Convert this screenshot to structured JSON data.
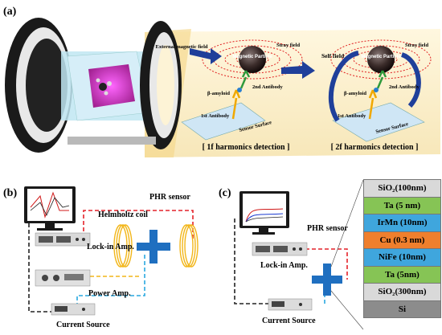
{
  "panels": {
    "a": "(a)",
    "b": "(b)",
    "c": "(c)"
  },
  "panel_a": {
    "left_inset": {
      "external_field": "External magnetic field",
      "stray_field": "Stray field",
      "particle": "Magnetic Particle",
      "amyloid": "β-amyloid",
      "antibody1": "1st Antibody",
      "antibody2": "2nd Antibody",
      "sensor": "Sensor Surface",
      "caption": "[ 1f harmonics detection ]"
    },
    "right_inset": {
      "self_field": "Self field",
      "stray_field": "Stray field",
      "particle": "Magnetic Particle",
      "amyloid": "β-amyloid",
      "antibody1": "1st Antibody",
      "antibody2": "2nd Antibody",
      "sensor": "Sensor Surface",
      "caption": "[ 2f harmonics detection ]"
    }
  },
  "panel_b": {
    "helmholtz": "Helmholtz coil",
    "phr_sensor": "PHR sensor",
    "lockin": "Lock-in Amp.",
    "power": "Power Amp.",
    "current": "Current Source"
  },
  "panel_c": {
    "phr_sensor": "PHR sensor",
    "lockin": "Lock-in Amp.",
    "current": "Current Source",
    "layers": [
      {
        "label": "SiO₂(100nm)",
        "color": "#d9d9d9"
      },
      {
        "label": "Ta (5 nm)",
        "color": "#86c455"
      },
      {
        "label": "IrMn (10nm)",
        "color": "#3fa6dd"
      },
      {
        "label": "Cu (0.3 nm)",
        "color": "#ef7f2d"
      },
      {
        "label": "NiFe (10nm)",
        "color": "#3fa6dd"
      },
      {
        "label": "Ta (5nm)",
        "color": "#86c455"
      },
      {
        "label": "SiO₂(300nm)",
        "color": "#d9d9d9"
      },
      {
        "label": "Si",
        "color": "#8c8c8c"
      }
    ]
  },
  "colors": {
    "red_wire": "#e4222a",
    "blue_wire": "#29a8e0",
    "yellow_wire": "#f2b619",
    "sensor_cross": "#1f6fc0",
    "inset_bg": "#fbf0cf"
  }
}
